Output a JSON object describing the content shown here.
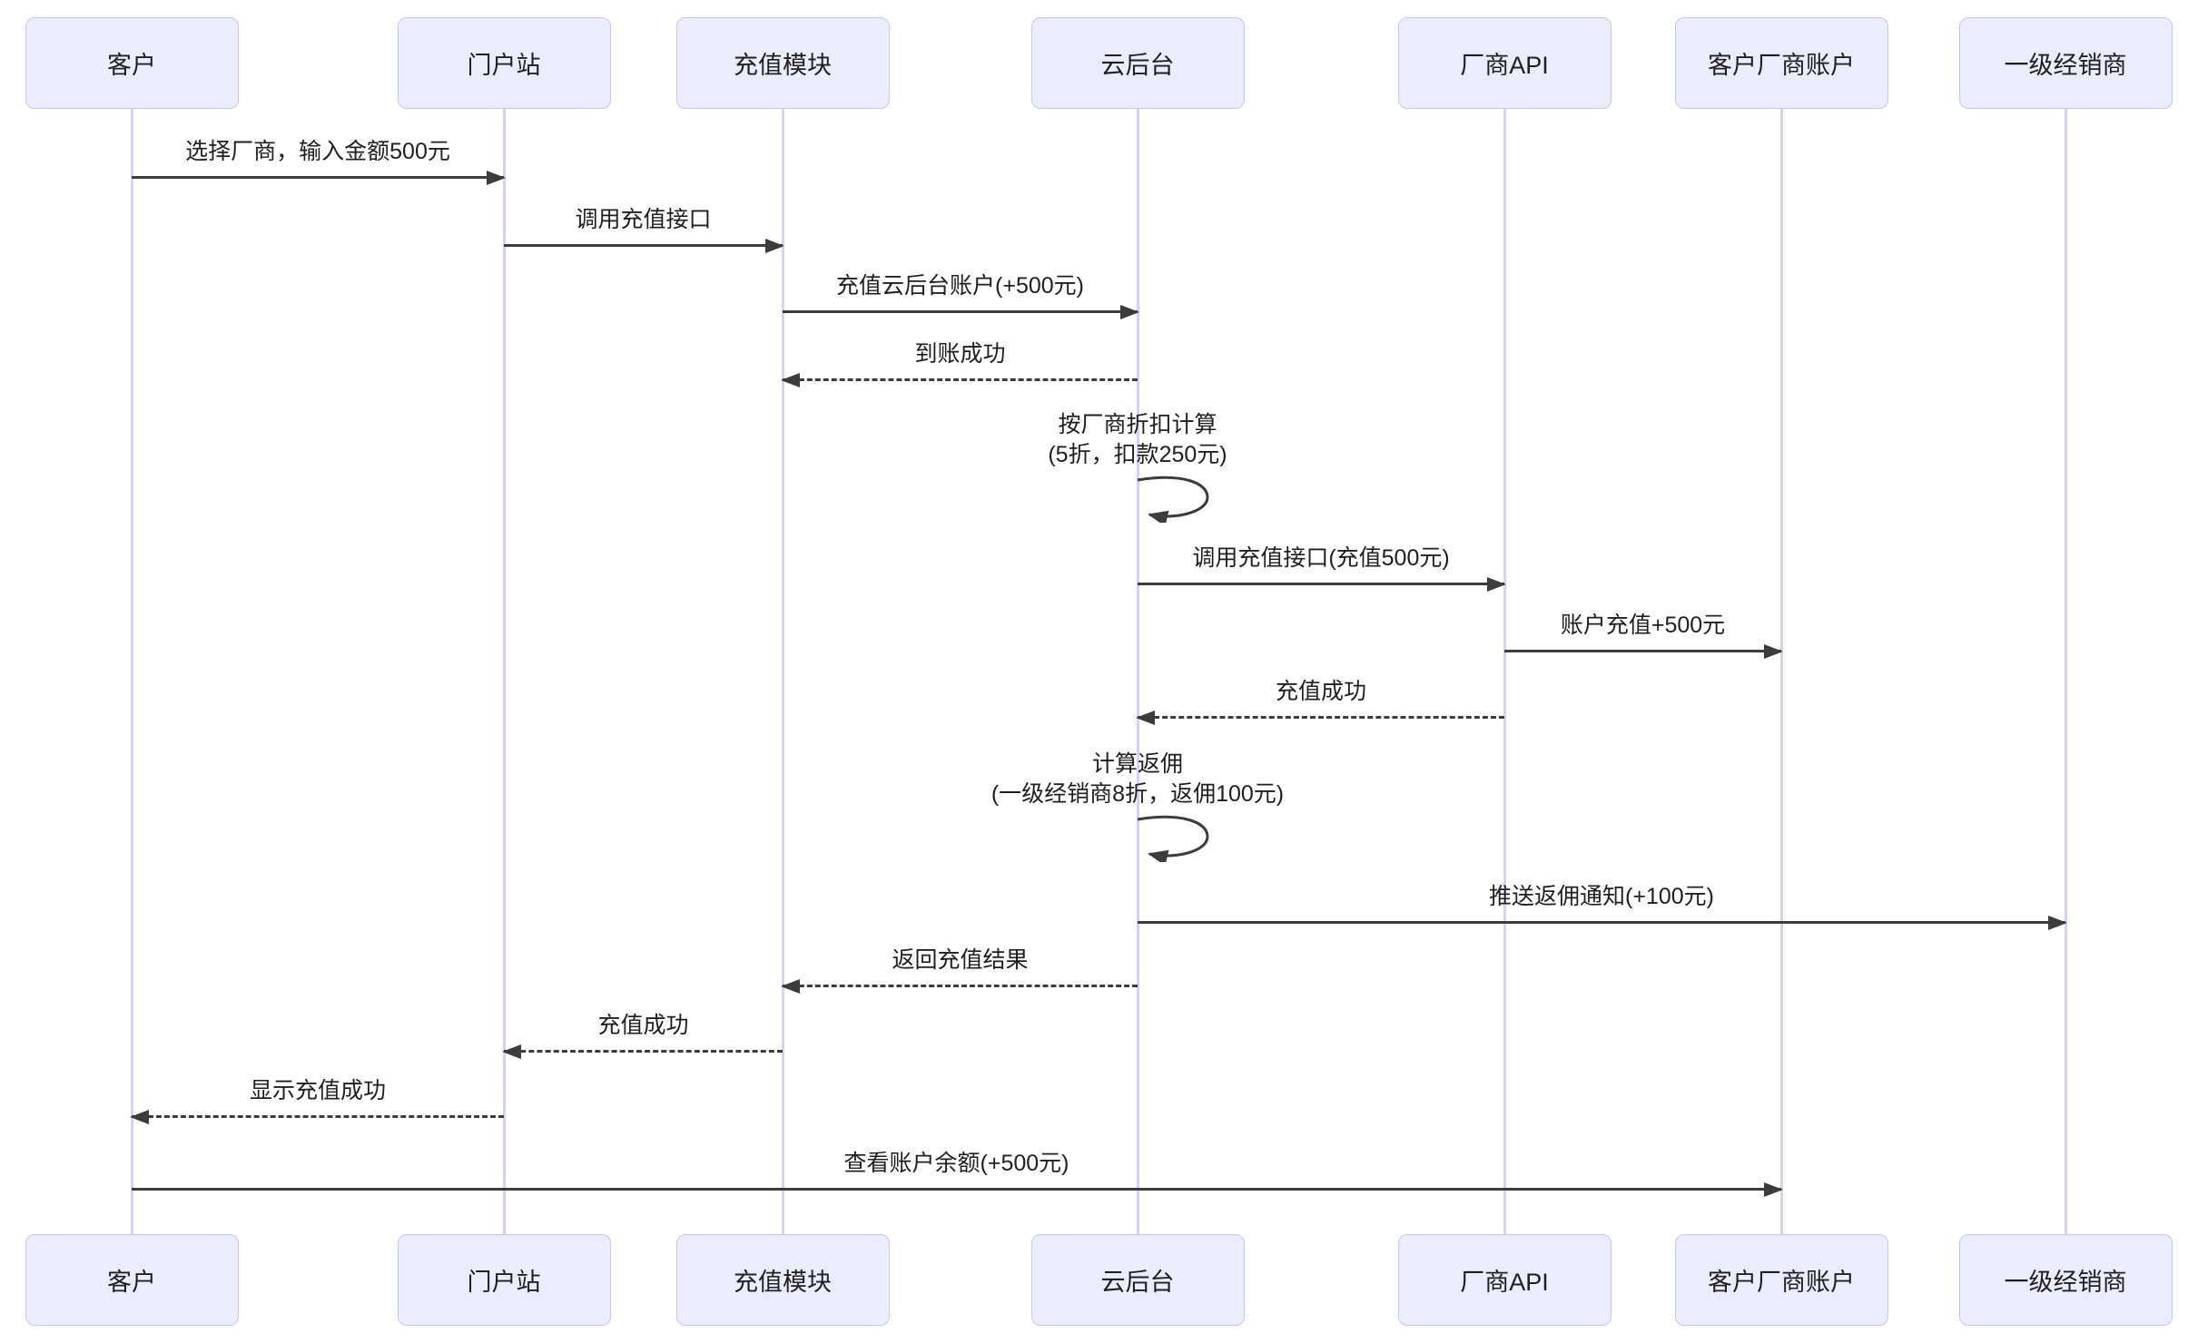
{
  "actors": [
    {
      "id": "customer",
      "label": "客户"
    },
    {
      "id": "portal-site",
      "label": "门户站"
    },
    {
      "id": "recharge-module",
      "label": "充值模块"
    },
    {
      "id": "cloud-backend",
      "label": "云后台"
    },
    {
      "id": "vendor-api",
      "label": "厂商API"
    },
    {
      "id": "customer-vendor-account",
      "label": "客户厂商账户"
    },
    {
      "id": "level1-distributor",
      "label": "一级经销商"
    }
  ],
  "messages": [
    {
      "from": "customer",
      "to": "portal-site",
      "text": "选择厂商，输入金额500元",
      "line": "solid"
    },
    {
      "from": "portal-site",
      "to": "recharge-module",
      "text": "调用充值接口",
      "line": "solid"
    },
    {
      "from": "recharge-module",
      "to": "cloud-backend",
      "text": "充值云后台账户(+500元)",
      "line": "solid"
    },
    {
      "from": "cloud-backend",
      "to": "recharge-module",
      "text": "到账成功",
      "line": "dashed"
    },
    {
      "from": "cloud-backend",
      "to": "cloud-backend",
      "text": "按厂商折扣计算",
      "text2": "(5折，扣款250元)",
      "line": "self"
    },
    {
      "from": "cloud-backend",
      "to": "vendor-api",
      "text": "调用充值接口(充值500元)",
      "line": "solid"
    },
    {
      "from": "vendor-api",
      "to": "customer-vendor-account",
      "text": "账户充值+500元",
      "line": "solid"
    },
    {
      "from": "vendor-api",
      "to": "cloud-backend",
      "text": "充值成功",
      "line": "dashed"
    },
    {
      "from": "cloud-backend",
      "to": "cloud-backend",
      "text": "计算返佣",
      "text2": "(一级经销商8折，返佣100元)",
      "line": "self"
    },
    {
      "from": "cloud-backend",
      "to": "level1-distributor",
      "text": "推送返佣通知(+100元)",
      "line": "solid"
    },
    {
      "from": "cloud-backend",
      "to": "recharge-module",
      "text": "返回充值结果",
      "line": "dashed"
    },
    {
      "from": "recharge-module",
      "to": "portal-site",
      "text": "充值成功",
      "line": "dashed"
    },
    {
      "from": "portal-site",
      "to": "customer",
      "text": "显示充值成功",
      "line": "dashed"
    },
    {
      "from": "customer",
      "to": "customer-vendor-account",
      "text": "查看账户余额(+500元)",
      "line": "solid"
    }
  ],
  "colors": {
    "background": "#FFFFFF",
    "actor_fill": "#ECECFF",
    "actor_border": "#C9C5EF",
    "lifeline": "#D8D2F0",
    "arrow": "#3C3C3C",
    "text": "#1F1F1F"
  }
}
